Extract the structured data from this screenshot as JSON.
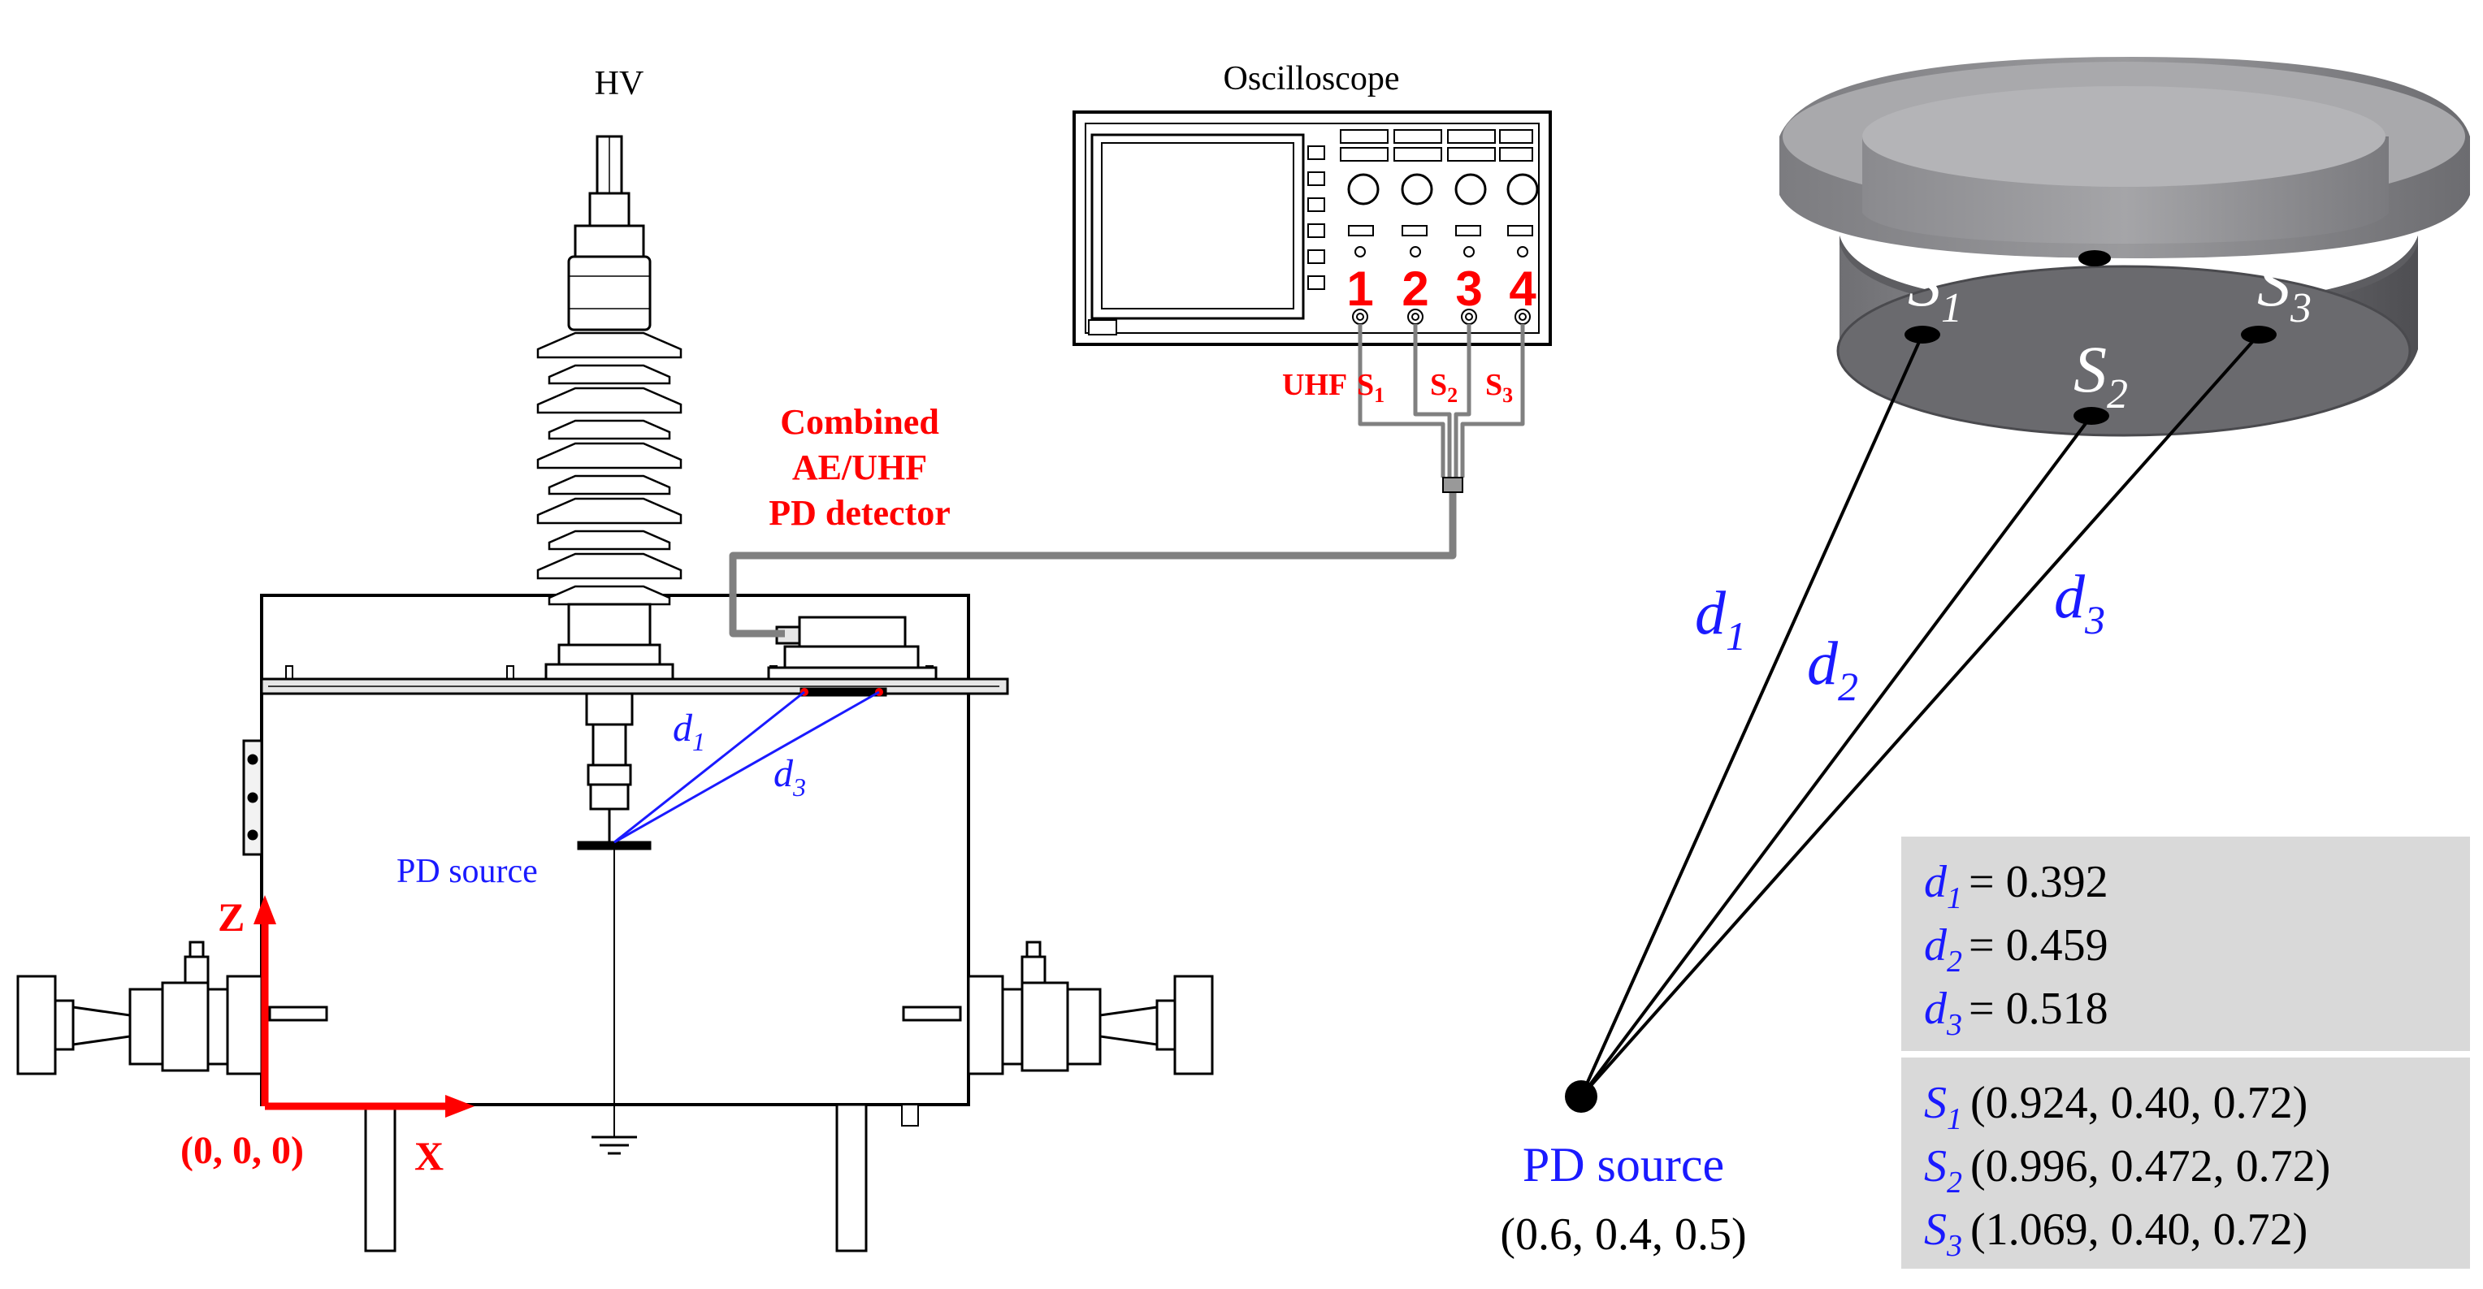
{
  "left_panel": {
    "hv_label": "HV",
    "oscilloscope_label": "Oscilloscope",
    "channels": [
      "1",
      "2",
      "3",
      "4"
    ],
    "uhf_label": "UHF",
    "sensor_labels": [
      {
        "base": "S",
        "sub": "1"
      },
      {
        "base": "S",
        "sub": "2"
      },
      {
        "base": "S",
        "sub": "3"
      }
    ],
    "detector_label": [
      "Combined",
      "AE/UHF",
      "PD detector"
    ],
    "d1": {
      "base": "d",
      "sub": "1"
    },
    "d3": {
      "base": "d",
      "sub": "3"
    },
    "pd_source": "PD source",
    "axis_z": "Z",
    "axis_x": "X",
    "origin": "(0, 0, 0)",
    "colors": {
      "annotation_red": "#ff0000",
      "distance_blue": "#1a1aff",
      "line": "#000000",
      "cable": "#808080"
    }
  },
  "right_panel": {
    "sensors_3d": [
      {
        "base": "S",
        "sub": "1"
      },
      {
        "base": "S",
        "sub": "2"
      },
      {
        "base": "S",
        "sub": "3"
      }
    ],
    "distances": [
      {
        "base": "d",
        "sub": "1"
      },
      {
        "base": "d",
        "sub": "2"
      },
      {
        "base": "d",
        "sub": "3"
      }
    ],
    "pd_source": "PD source",
    "pd_coords": "(0.6, 0.4, 0.5)",
    "distance_values": [
      {
        "base": "d",
        "sub": "1",
        "value": "= 0.392"
      },
      {
        "base": "d",
        "sub": "2",
        "value": "= 0.459"
      },
      {
        "base": "d",
        "sub": "3",
        "value": "= 0.518"
      }
    ],
    "sensor_coords": [
      {
        "base": "S",
        "sub": "1",
        "value": "(0.924, 0.40, 0.72)"
      },
      {
        "base": "S",
        "sub": "2",
        "value": "(0.996, 0.472, 0.72)"
      },
      {
        "base": "S",
        "sub": "3",
        "value": "(1.069, 0.40, 0.72)"
      }
    ],
    "colors": {
      "box_bg": "#d9d9d9",
      "mount_top": "#8c8c8f",
      "mount_side": "#6e6e72",
      "mount_bottom": "#5b5b5f"
    }
  }
}
